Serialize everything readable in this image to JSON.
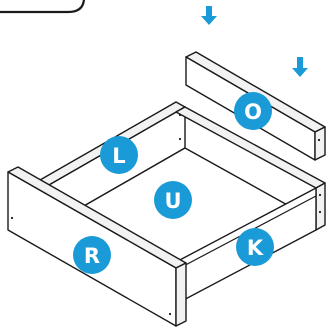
{
  "diagram": {
    "accent_color": "#1a9ad6",
    "panel_fill": "#ffffff",
    "panel_shade": "#f2f2f2",
    "badges": {
      "top_panel": "O",
      "left_side": "L",
      "bottom": "U",
      "front": "R",
      "right_side": "K"
    },
    "icons": [
      "arrow-down-icon",
      "arrow-down-icon"
    ]
  }
}
